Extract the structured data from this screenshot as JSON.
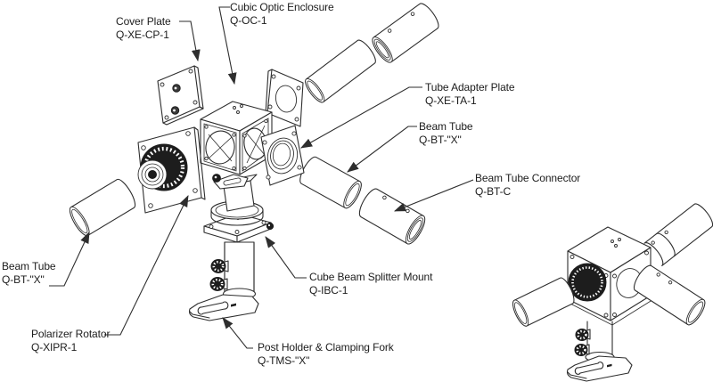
{
  "diagram": {
    "type": "exploded-assembly-technical-diagram",
    "background_color": "#ffffff",
    "line_color": "#2e2e2e",
    "accent_black": "#1d1d1d",
    "views": {
      "main": "exploded view of cubic optic enclosure assembly",
      "inset": "assembled view"
    },
    "labels": {
      "cover_plate": {
        "name": "Cover Plate",
        "part_number": "Q-XE-CP-1"
      },
      "cubic_optic_enclosure": {
        "name": "Cubic Optic Enclosure",
        "part_number": "Q-OC-1"
      },
      "tube_adapter_plate": {
        "name": "Tube Adapter Plate",
        "part_number": "Q-XE-TA-1"
      },
      "beam_tube_right": {
        "name": "Beam Tube",
        "part_number": "Q-BT-\"X\""
      },
      "beam_tube_connector": {
        "name": "Beam Tube Connector",
        "part_number": "Q-BT-C"
      },
      "beam_tube_left": {
        "name": "Beam Tube",
        "part_number": "Q-BT-\"X\""
      },
      "polarizer_rotator": {
        "name": "Polarizer Rotator",
        "part_number": "Q-XIPR-1"
      },
      "cube_beam_splitter_mount": {
        "name": "Cube Beam Splitter Mount",
        "part_number": "Q-IBC-1"
      },
      "post_holder": {
        "name": "Post Holder & Clamping Fork",
        "part_number": "Q-TMS-\"X\""
      }
    }
  }
}
